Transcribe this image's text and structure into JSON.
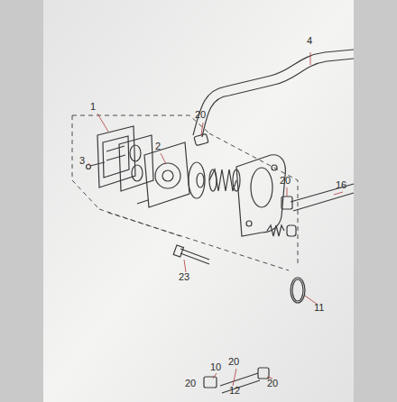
{
  "diagram": {
    "labels": [
      "4",
      "1",
      "20",
      "2",
      "3",
      "20",
      "16",
      "11",
      "23",
      "10",
      "20",
      "20",
      "12",
      "20"
    ]
  }
}
